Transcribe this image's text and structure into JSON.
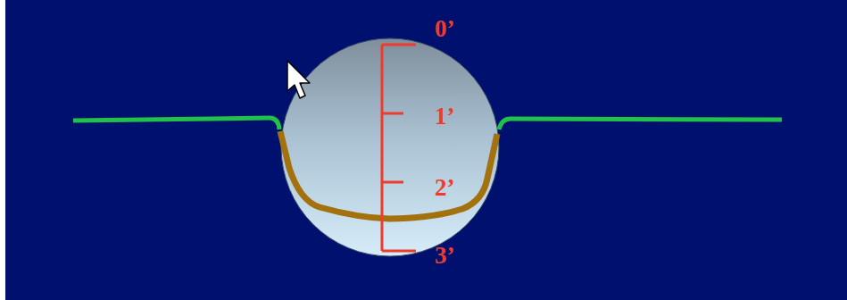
{
  "diagram": {
    "labels": [
      "0’",
      "1’",
      "2’",
      "3’"
    ]
  }
}
